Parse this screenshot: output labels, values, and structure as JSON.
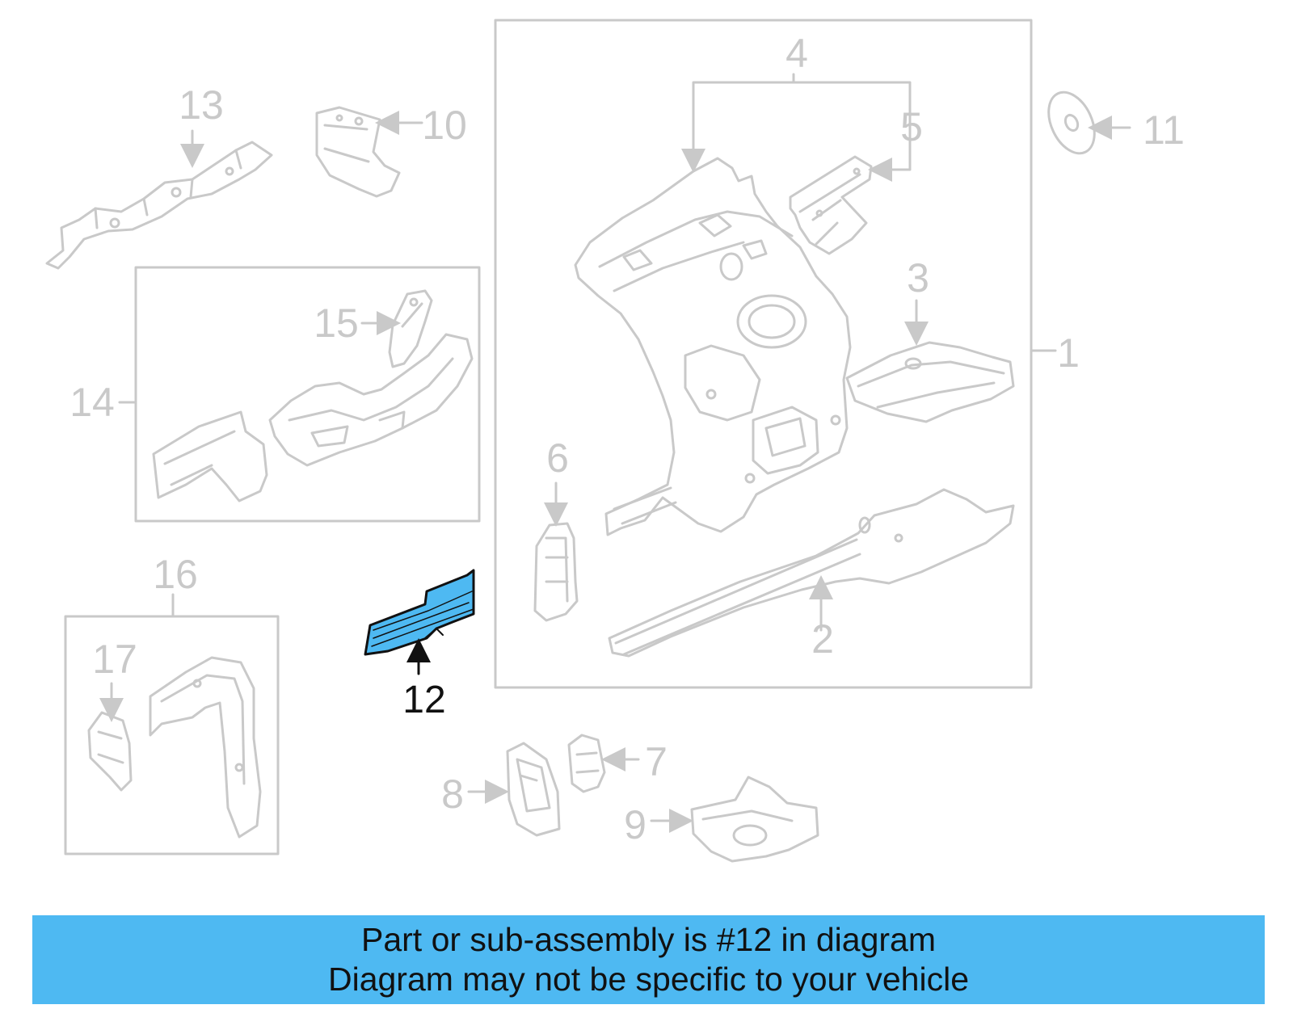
{
  "colors": {
    "line": "#c9c9c9",
    "highlight_fill": "#4eb9f2",
    "highlight_line": "#111111",
    "banner": "#4eb9f2",
    "text_active": "#111111"
  },
  "callouts": {
    "c1": "1",
    "c2": "2",
    "c3": "3",
    "c4": "4",
    "c5": "5",
    "c6": "6",
    "c7": "7",
    "c8": "8",
    "c9": "9",
    "c10": "10",
    "c11": "11",
    "c12": "12",
    "c13": "13",
    "c14": "14",
    "c15": "15",
    "c16": "16",
    "c17": "17"
  },
  "highlighted_part": "12",
  "banner": {
    "line1": "Part or sub-assembly is #12 in diagram",
    "line2": "Diagram may not be specific to your vehicle"
  }
}
